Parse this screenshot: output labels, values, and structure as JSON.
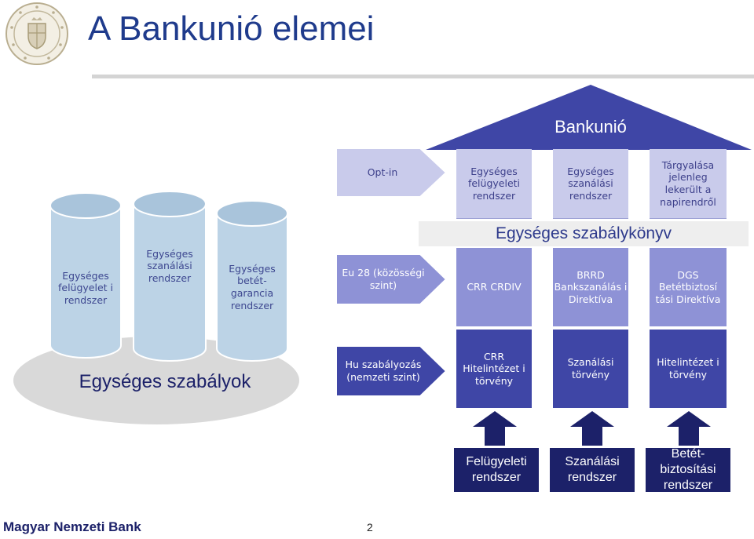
{
  "title": "A Bankunió elemei",
  "roof_label": "Bankunió",
  "pillars": [
    {
      "label": "Egységes felügyelet i rendszer"
    },
    {
      "label": "Egységes szanálási rendszer"
    },
    {
      "label": "Egységes betét-garancia rendszer"
    }
  ],
  "base_label": "Egységes szabályok",
  "rows": {
    "optin": {
      "label": "Opt-in",
      "cells": [
        "Egységes felügyeleti rendszer",
        "Egységes szanálási rendszer",
        "Tárgyalása jelenleg lekerült a napirendről"
      ]
    },
    "eu": {
      "label": "Eu 28 (közösségi szint)",
      "cells": [
        "CRR CRDIV",
        "BRRD Bankszanálás i Direktíva",
        "DGS Betétbiztosí tási Direktíva"
      ]
    },
    "hu": {
      "label": "Hu szabályozás (nemzeti szint)",
      "cells": [
        "CRR Hitelintézet i törvény",
        "Szanálási törvény",
        "Hitelintézet i törvény"
      ]
    }
  },
  "rulebook_label": "Egységes szabálykönyv",
  "bottom_boxes": [
    "Felügyeleti rendszer",
    "Szanálási rendszer",
    "Betét-biztosítási rendszer"
  ],
  "footer": "Magyar Nemzeti Bank",
  "page_number": "2",
  "colors": {
    "title": "#1f3b8c",
    "roof": "#3f46a6",
    "navy": "#1c2169",
    "light": "#c9cbeb",
    "mid": "#8e92d6",
    "cylinder": "#bcd3e6",
    "base": "#d9d9d9"
  },
  "icons": {
    "logo": "mnb-seal-icon",
    "arrows": "up-arrow-icon"
  }
}
